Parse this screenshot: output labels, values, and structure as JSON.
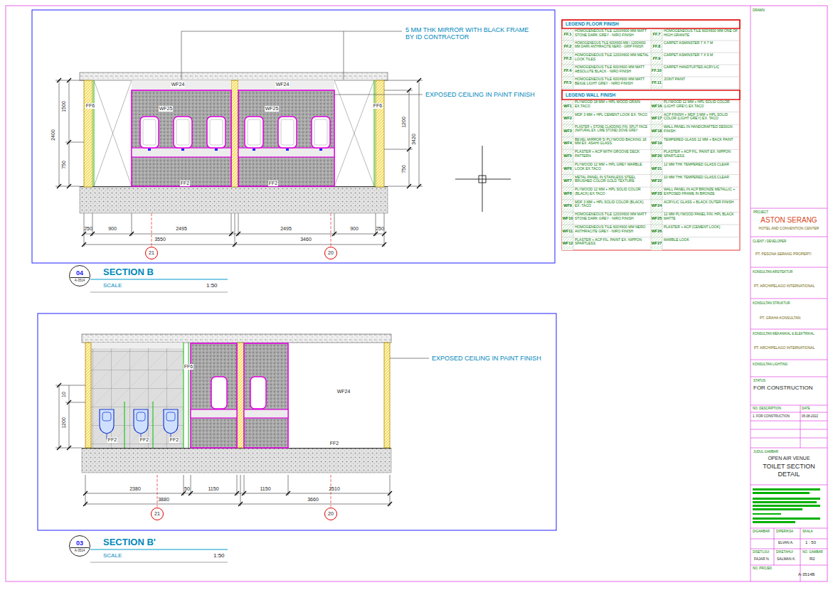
{
  "diagram": {
    "nodes": [
      {
        "text": [
          "21"
        ]
      },
      {
        "text": [
          "20"
        ]
      },
      {
        "text": [
          "04",
          "A-3514"
        ]
      },
      {
        "text": [
          "21"
        ]
      },
      {
        "text": [
          "20"
        ]
      },
      {
        "text": [
          "03",
          "A-3514"
        ]
      },
      {
        "text": [
          "PROJECT",
          "ASTON SERANG",
          "HOTEL AND CONVENTION CENTER"
        ]
      },
      {
        "text": [
          "STATUS",
          "FOR CONSTRUCTION"
        ]
      },
      {
        "text": [
          "JUDUL GAMBAR",
          "OPEN AIR VENUE",
          "TOILET SECTION DETAIL"
        ]
      }
    ],
    "labels": [
      "5 MM THK MIRROR WITH BLACK FRAME BY ID CONTRACTOR",
      "EXPOSED CEILING IN PAINT FINISH",
      "WF24",
      "WF24",
      "FF6",
      "FF6",
      "WF25",
      "WF25",
      "FF2",
      "FF2",
      "2400",
      "1500",
      "750",
      "1200",
      "3420",
      "750",
      "250",
      "900",
      "2495",
      "2495",
      "900",
      "250",
      "3550",
      "3460",
      "SECTION B",
      "SCALE",
      "1:50",
      "EXPOSED CEILING IN PAINT FINISH",
      "FF6",
      "WF24",
      "FF2",
      "FF2",
      "FF2",
      "FF2",
      "1200",
      "10",
      "2380",
      "50",
      "1150",
      "1150",
      "2510",
      "3880",
      "3660",
      "SECTION B'",
      "SCALE",
      "1:50",
      "LEGEND FLOOR FINISH",
      "LEGEND WALL FINISH",
      "FF.1",
      "FF.2",
      "FF.3",
      "FF.4",
      "FF.5",
      "FF.7",
      "FF.8",
      "FF.9",
      "FF.10",
      "FF.11",
      "WF1",
      "WF2",
      "WF3",
      "WF4",
      "WF5",
      "WF6",
      "WF7",
      "WF8",
      "WF9",
      "WF10",
      "WF11",
      "WF12",
      "WF16",
      "WF17",
      "WF18",
      "WF19",
      "WF20",
      "WF21",
      "WF22",
      "WF23",
      "WF24",
      "WF25",
      "WF26",
      "WF27",
      "DRAWN",
      "CLIENT / DEVELOPER",
      "PT. PESONA SERANG PROPERTI",
      "KONSULTAN ARSITEKTUR",
      "PT. ARCHIPELAGO INTERNATIONAL",
      "KONSULTAN STRUKTUR",
      "PT. GRAHA KONSULTAN",
      "KONSULTAN MEKANIKAL & ELEKTRIKAL",
      "PT. ARCHIPELAGO INTERNATIONAL",
      "KONSULTAN LIGHTING",
      "NO. DESCRIPTION",
      "DATE",
      "1. FOR CONSTRUCTION",
      "05-08-2022",
      "DIGAMBAR",
      "DIPERIKSA",
      "SKALA",
      "ELVAN A.",
      "1 : 50",
      "DISETUJUI",
      "DIKETAHUI",
      "NO. GAMBAR",
      "FAJAR N.",
      "SALMAN K.",
      "R2",
      "NO. PROJEK",
      "A-3514B"
    ],
    "legend": [
      {
        "text": "HOMOGENEOUS TILE 1200X600 MM MATT STONE DARK GREY - NIRO FINISH"
      },
      {
        "text": "HOMOGENEOUS TILE 600X600 MM / 1200X600 MM DARK ANTHRACITE NERO - GRIP FINISH"
      },
      {
        "text": "HOMOGENEOUS TILE 1200X600 MM METAL LOOK TILES"
      },
      {
        "text": "HOMOGENEOUS TILE 600X600 MM MATT ABSOLUTE BLACK - NIRO FINISH"
      },
      {
        "text": "HOMOGENEOUS TILE 600X600 MM MATT BEIGE LIGHT GREY - NIRO FINISH"
      },
      {
        "text": "HOMOGENEOUS TILE 600X600 MM ONE OF HIGH GRANITE"
      },
      {
        "text": "CARPET ASMINSTER 7 X 7 M"
      },
      {
        "text": "CARPET ASMINSTER 7 X 9 M"
      },
      {
        "text": "CARPET HANDTUFTED ACRYLIC"
      },
      {
        "text": "JOINT PAINT"
      },
      {
        "text": "PLYWOOD 18 MM + HPL WOOD GRAIN EX.TACO"
      },
      {
        "text": "MDF 3 MM + HPL CEMENT LOOK EX. TACO"
      },
      {
        "text": "PLASTER + STONE CLADDING FIN. SPLIT FACE (NATURAL EX. LIME STONE) DOVE GREY"
      },
      {
        "text": "BEVEL MIRROR 5/ PLYWOOD BACKING 18 MM EX. ASAHI GLASS"
      },
      {
        "text": "PLASTER + ACP WITH GROOVE DECK PATTERN"
      },
      {
        "text": "PLYWOOD 12 MM + HPL GREY MARBLE LOOK EX.TACO"
      },
      {
        "text": "METAL PANEL IN STAINLESS STEEL BRUSHED COLOR GOLD TEXTURE"
      },
      {
        "text": "PLYWOOD 12 MM + HPL SOLID COLOR (BLACK) EX.TACO"
      },
      {
        "text": "MDF 3 MM + HPL SOLID COLOR (BLACK) EX. TACO"
      },
      {
        "text": "HOMOGENEOUS TILE 1200X600 MM MATT STONE DARK GREY - NIRO FINISH"
      },
      {
        "text": "HOMOGENEOUS TILE 600X600 MM NERO ANTHRACITE GREY - NIRO FINISH"
      },
      {
        "text": "PLASTER + ACP FIL. PAINT EX. NIPPON SPARTLESS"
      },
      {
        "text": "PLYWOOD 12 MM + HPL SOLID COLOR (LIGHT GREY) EX.TACO"
      },
      {
        "text": "ACP FINISH + MDF 3 MM + HPL SOLID COLOR (LIGHT GREY) EX. TACO"
      },
      {
        "text": "WALL PANEL IN HANDCRAFTED DESIGN FINISH"
      },
      {
        "text": "TEMPERED GLASS 12 MM + BACK PAINT"
      },
      {
        "text": "PLASTER + ACP FIL. PAINT EX. NIPPON SPARTLESS"
      },
      {
        "text": "12 MM THK TEMPERED GLASS CLEAR"
      },
      {
        "text": "10 MM THK TEMPERED GLASS CLEAR"
      },
      {
        "text": "WALL PANEL IN ACP BRONZE METALLIC + EXPOSED FRAME IN BRONZE"
      },
      {
        "text": "ACRYLIC GLASS + BLACK OUTER FINISH"
      },
      {
        "text": "12 MM PLYWOOD PANEL FIN. HPL BLACK MATTE"
      },
      {
        "text": "PLASTER + ACP (CEMENT LOOK)"
      },
      {
        "text": "MARBLE LOOK"
      }
    ]
  }
}
